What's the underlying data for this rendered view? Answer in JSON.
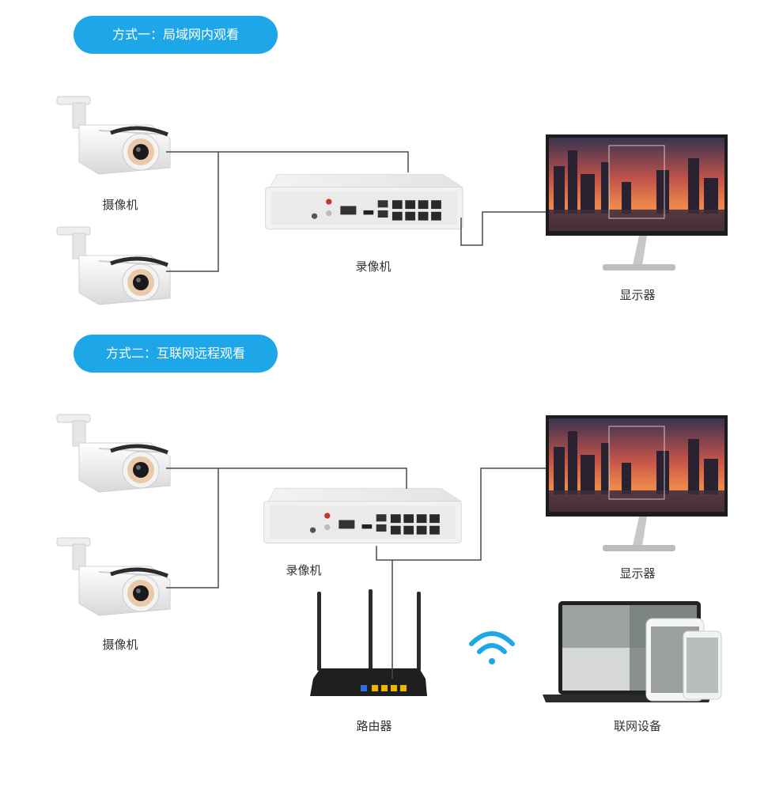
{
  "section1": {
    "title": "方式一：局域网内观看",
    "camera_label": "摄像机",
    "nvr_label": "录像机",
    "monitor_label": "显示器"
  },
  "section2": {
    "title": "方式二：互联网远程观看",
    "camera_label": "摄像机",
    "nvr_label": "录像机",
    "monitor_label": "显示器",
    "router_label": "路由器",
    "devices_label": "联网设备"
  },
  "colors": {
    "accent": "#1ea7e8",
    "line": "#4a4a4a"
  },
  "icons": [
    "bullet-camera-icon",
    "nvr-recorder-icon",
    "monitor-icon",
    "router-icon",
    "wifi-icon",
    "laptop-tablet-phone-icon"
  ]
}
